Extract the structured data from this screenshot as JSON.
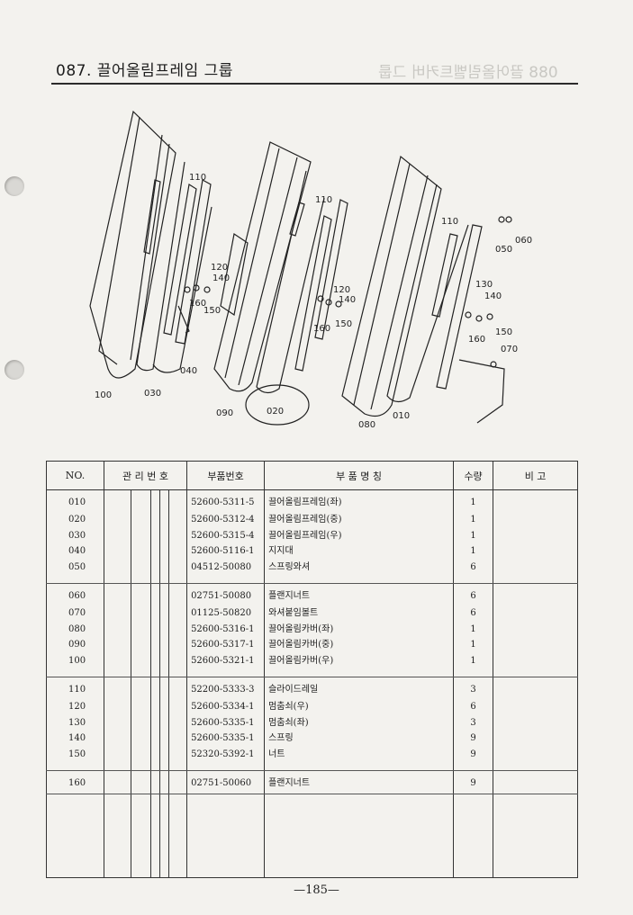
{
  "title": "087. 끌어올림프레임 그룹",
  "ghost_title": "088 끌어올림벨트커버 그룹",
  "callouts": [
    "110",
    "120",
    "140",
    "160",
    "150",
    "040",
    "030",
    "100",
    "110",
    "120",
    "140",
    "160",
    "150",
    "090",
    "020",
    "110",
    "050",
    "060",
    "130",
    "140",
    "150",
    "160",
    "070",
    "080",
    "010"
  ],
  "table": {
    "headers": {
      "no": "NO.",
      "mgmt": "관 리 번 호",
      "part_no": "부품번호",
      "name": "부  품  명  칭",
      "qty": "수량",
      "remark": "비    고"
    },
    "rows": [
      {
        "no": "010",
        "part_no": "52600-5311-5",
        "name": "끌어올림프레임(좌)",
        "qty": "1",
        "group_end": false
      },
      {
        "no": "020",
        "part_no": "52600-5312-4",
        "name": "끌어올림프레임(중)",
        "qty": "1",
        "group_end": false
      },
      {
        "no": "030",
        "part_no": "52600-5315-4",
        "name": "끌어올림프레임(우)",
        "qty": "1",
        "group_end": false
      },
      {
        "no": "040",
        "part_no": "52600-5116-1",
        "name": "지지대",
        "qty": "1",
        "group_end": false
      },
      {
        "no": "050",
        "part_no": "04512-50080",
        "name": "스프링와셔",
        "qty": "6",
        "group_end": true
      },
      {
        "no": "060",
        "part_no": "02751-50080",
        "name": "플랜지너트",
        "qty": "6",
        "group_end": false
      },
      {
        "no": "070",
        "part_no": "01125-50820",
        "name": "와셔붙임볼트",
        "qty": "6",
        "group_end": false
      },
      {
        "no": "080",
        "part_no": "52600-5316-1",
        "name": "끌어올림카버(좌)",
        "qty": "1",
        "group_end": false
      },
      {
        "no": "090",
        "part_no": "52600-5317-1",
        "name": "끌어올림카버(중)",
        "qty": "1",
        "group_end": false
      },
      {
        "no": "100",
        "part_no": "52600-5321-1",
        "name": "끌어올림카버(우)",
        "qty": "1",
        "group_end": true
      },
      {
        "no": "110",
        "part_no": "52200-5333-3",
        "name": "슬라이드레일",
        "qty": "3",
        "group_end": false
      },
      {
        "no": "120",
        "part_no": "52600-5334-1",
        "name": "멈춤쇠(우)",
        "qty": "6",
        "group_end": false
      },
      {
        "no": "130",
        "part_no": "52600-5335-1",
        "name": "멈춤쇠(좌)",
        "qty": "3",
        "group_end": false
      },
      {
        "no": "140",
        "part_no": "52600-5335-1",
        "name": "스프링",
        "qty": "9",
        "group_end": false
      },
      {
        "no": "150",
        "part_no": "52320-5392-1",
        "name": "너트",
        "qty": "9",
        "group_end": true
      },
      {
        "no": "160",
        "part_no": "02751-50060",
        "name": "플랜지너트",
        "qty": "9",
        "group_end": false
      }
    ]
  },
  "page_number": "—185—"
}
